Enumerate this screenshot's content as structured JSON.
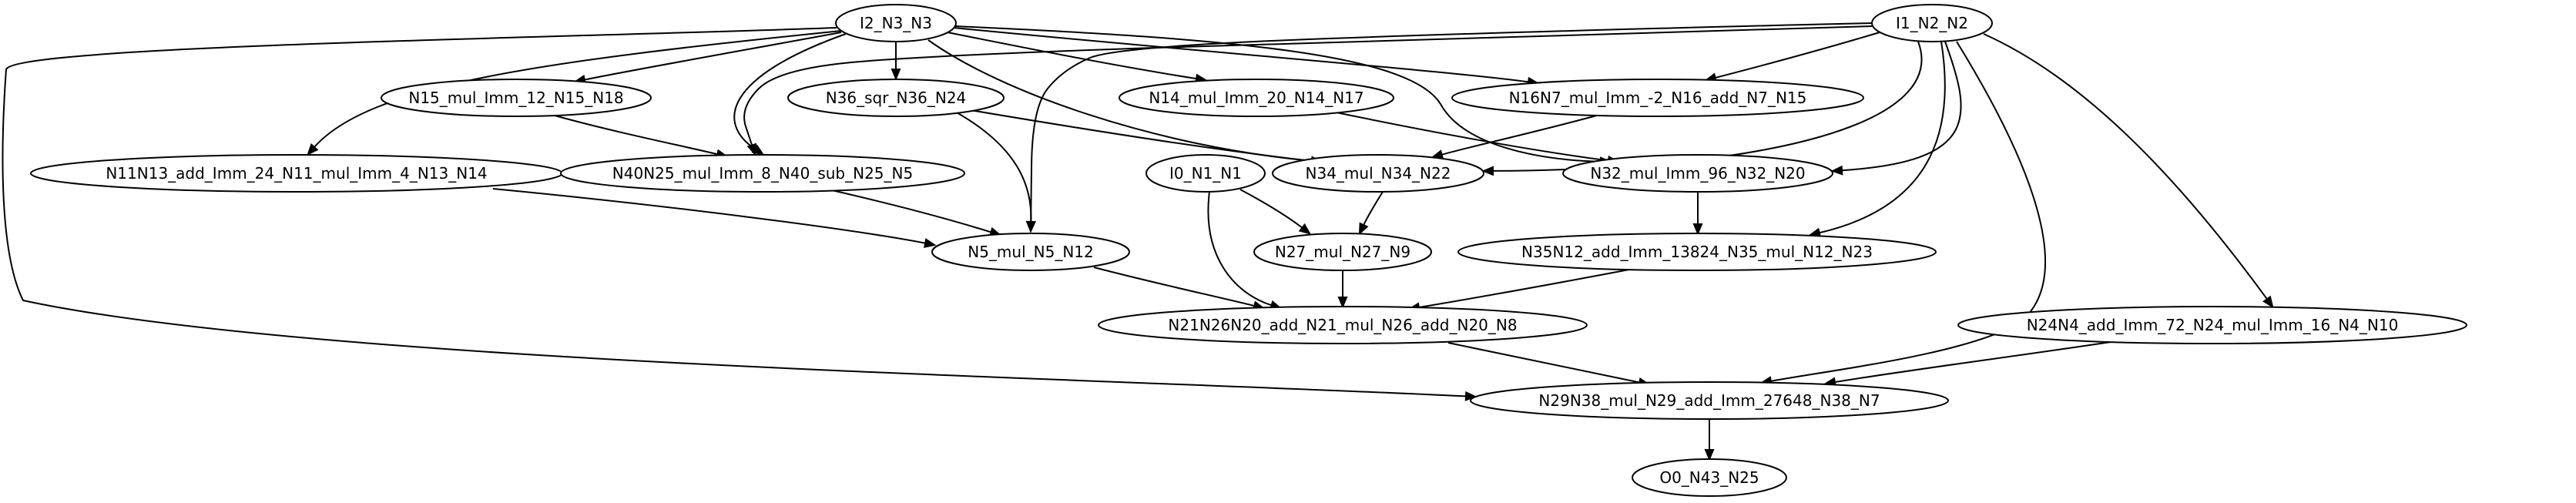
{
  "nodes": {
    "I2_N3_N3": "I2_N3_N3",
    "I1_N2_N2": "I1_N2_N2",
    "N15_mul_Imm_12_N15_N18": "N15_mul_Imm_12_N15_N18",
    "N36_sqr_N36_N24": "N36_sqr_N36_N24",
    "N14_mul_Imm_20_N14_N17": "N14_mul_Imm_20_N14_N17",
    "N16N7_mul_Imm_-2_N16_add_N7_N15": "N16N7_mul_Imm_-2_N16_add_N7_N15",
    "N11N13_add_Imm_24_N11_mul_Imm_4_N13_N14": "N11N13_add_Imm_24_N11_mul_Imm_4_N13_N14",
    "N40N25_mul_Imm_8_N40_sub_N25_N5": "N40N25_mul_Imm_8_N40_sub_N25_N5",
    "I0_N1_N1": "I0_N1_N1",
    "N34_mul_N34_N22": "N34_mul_N34_N22",
    "N32_mul_Imm_96_N32_N20": "N32_mul_Imm_96_N32_N20",
    "N5_mul_N5_N12": "N5_mul_N5_N12",
    "N27_mul_N27_N9": "N27_mul_N27_N9",
    "N35N12_add_Imm_13824_N35_mul_N12_N23": "N35N12_add_Imm_13824_N35_mul_N12_N23",
    "N21N26N20_add_N21_mul_N26_add_N20_N8": "N21N26N20_add_N21_mul_N26_add_N20_N8",
    "N24N4_add_Imm_72_N24_mul_Imm_16_N4_N10": "N24N4_add_Imm_72_N24_mul_Imm_16_N4_N10",
    "N29N38_mul_N29_add_Imm_27648_N38_N7": "N29N38_mul_N29_add_Imm_27648_N38_N7",
    "O0_N43_N25": "O0_N43_N25"
  },
  "edges": [
    [
      "I2_N3_N3",
      "N15_mul_Imm_12_N15_N18"
    ],
    [
      "I2_N3_N3",
      "N36_sqr_N36_N24"
    ],
    [
      "I2_N3_N3",
      "N14_mul_Imm_20_N14_N17"
    ],
    [
      "I2_N3_N3",
      "N16N7_mul_Imm_-2_N16_add_N7_N15"
    ],
    [
      "I2_N3_N3",
      "N11N13_add_Imm_24_N11_mul_Imm_4_N13_N14"
    ],
    [
      "I2_N3_N3",
      "N40N25_mul_Imm_8_N40_sub_N25_N5"
    ],
    [
      "I2_N3_N3",
      "N34_mul_N34_N22"
    ],
    [
      "I2_N3_N3",
      "N32_mul_Imm_96_N32_N20"
    ],
    [
      "I2_N3_N3",
      "N29N38_mul_N29_add_Imm_27648_N38_N7"
    ],
    [
      "I1_N2_N2",
      "N16N7_mul_Imm_-2_N16_add_N7_N15"
    ],
    [
      "I1_N2_N2",
      "N40N25_mul_Imm_8_N40_sub_N25_N5"
    ],
    [
      "I1_N2_N2",
      "N5_mul_N5_N12"
    ],
    [
      "I1_N2_N2",
      "N34_mul_N34_N22"
    ],
    [
      "I1_N2_N2",
      "N32_mul_Imm_96_N32_N20"
    ],
    [
      "I1_N2_N2",
      "N35N12_add_Imm_13824_N35_mul_N12_N23"
    ],
    [
      "I1_N2_N2",
      "N24N4_add_Imm_72_N24_mul_Imm_16_N4_N10"
    ],
    [
      "I1_N2_N2",
      "N29N38_mul_N29_add_Imm_27648_N38_N7"
    ],
    [
      "N15_mul_Imm_12_N15_N18",
      "N40N25_mul_Imm_8_N40_sub_N25_N5"
    ],
    [
      "N36_sqr_N36_N24",
      "N34_mul_N34_N22"
    ],
    [
      "N36_sqr_N36_N24",
      "N5_mul_N5_N12"
    ],
    [
      "N14_mul_Imm_20_N14_N17",
      "N32_mul_Imm_96_N32_N20"
    ],
    [
      "N16N7_mul_Imm_-2_N16_add_N7_N15",
      "N34_mul_N34_N22"
    ],
    [
      "N11N13_add_Imm_24_N11_mul_Imm_4_N13_N14",
      "N5_mul_N5_N12"
    ],
    [
      "N40N25_mul_Imm_8_N40_sub_N25_N5",
      "N5_mul_N5_N12"
    ],
    [
      "I0_N1_N1",
      "N27_mul_N27_N9"
    ],
    [
      "I0_N1_N1",
      "N21N26N20_add_N21_mul_N26_add_N20_N8"
    ],
    [
      "N34_mul_N34_N22",
      "N27_mul_N27_N9"
    ],
    [
      "N32_mul_Imm_96_N32_N20",
      "N35N12_add_Imm_13824_N35_mul_N12_N23"
    ],
    [
      "N5_mul_N5_N12",
      "N21N26N20_add_N21_mul_N26_add_N20_N8"
    ],
    [
      "N27_mul_N27_N9",
      "N21N26N20_add_N21_mul_N26_add_N20_N8"
    ],
    [
      "N35N12_add_Imm_13824_N35_mul_N12_N23",
      "N21N26N20_add_N21_mul_N26_add_N20_N8"
    ],
    [
      "N21N26N20_add_N21_mul_N26_add_N20_N8",
      "N29N38_mul_N29_add_Imm_27648_N38_N7"
    ],
    [
      "N24N4_add_Imm_72_N24_mul_Imm_16_N4_N10",
      "N29N38_mul_N29_add_Imm_27648_N38_N7"
    ],
    [
      "N29N38_mul_N29_add_Imm_27648_N38_N7",
      "O0_N43_N25"
    ]
  ]
}
